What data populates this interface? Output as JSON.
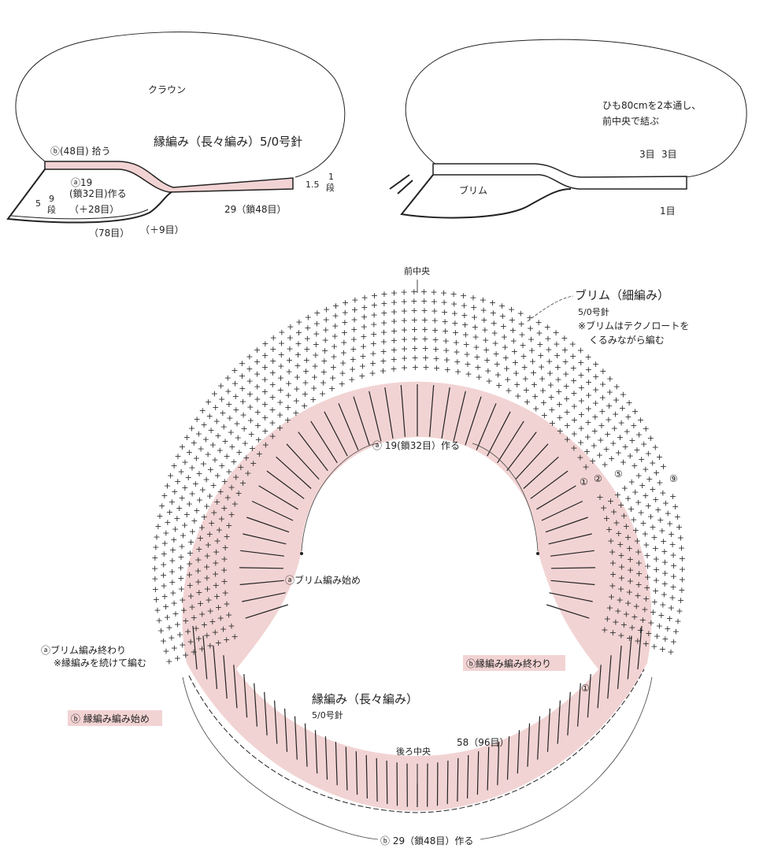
{
  "colors": {
    "band": "#f2d3d3",
    "line": "#222222"
  },
  "left_figure": {
    "crown": "クラウン",
    "pattern": "縁編み（長々編み）5/0号針",
    "b_pick": "ⓑ(48目) 拾う",
    "a_label": "ⓐ19",
    "a_chain": "(鎖32目)作る",
    "rows9": "9",
    "rows_dan": "段",
    "five": "5",
    "plus28": "（＋28目）",
    "st78": "（78目）",
    "plus9": "（＋9目）",
    "chain29": "29（鎖48目）",
    "h15": "1.5",
    "row1": "1",
    "row1_dan": "段"
  },
  "right_figure": {
    "cord_note_1": "ひも80cmを2本通し、",
    "cord_note_2": "前中央で結ぶ",
    "st3a": "3目",
    "st3b": "3目",
    "st1": "1目",
    "brim": "ブリム"
  },
  "chart": {
    "front_center": "前中央",
    "brim_title": "ブリム（細編み）",
    "brim_needle": "5/0号針",
    "brim_note_1": "※ブリムはテクノロートを",
    "brim_note_2": "くるみながら編む",
    "a_make": "ⓐ 19(鎖32目）作る",
    "a_brim_start": "ⓐブリム編み始め",
    "a_brim_end": "ⓐブリム編み終わり",
    "a_brim_end_note": "※縁編みを続けて編む",
    "b_edge_start": "ⓑ 縁編み編み始め",
    "b_edge_end": "ⓑ縁編み編み終わり",
    "edge_title": "縁編み（長々編み）",
    "edge_needle": "5/0号針",
    "back_center": "後ろ中央",
    "count58": "58（96目）",
    "b_make": "ⓑ 29（鎖48目）作る",
    "row_markers": [
      "①",
      "②",
      "⑤",
      "⑨"
    ],
    "edge_row_marker": "①"
  }
}
